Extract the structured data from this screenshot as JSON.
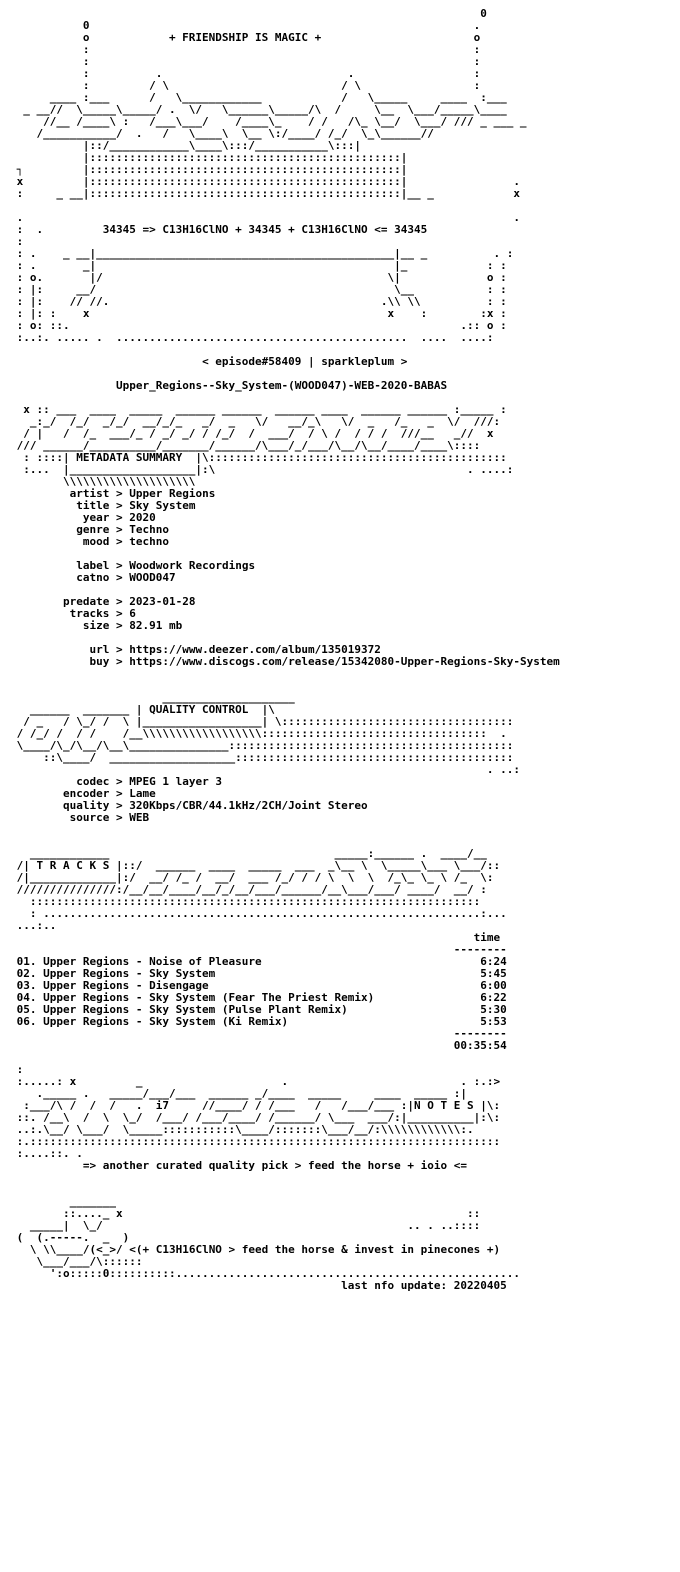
{
  "header": {
    "art": [
      "                                                                       0",
      "           0                                                          .",
      "           o            + FRIENDSHIP IS MAGIC +                       o",
      "           :                                                          :",
      "           :                                                          :",
      "           :          .                            .                  :",
      "           :         / \\                          / \\                 :",
      "      ____ :___      /   \\____________            /   \\_____     ____  :___",
      "  _ __//  \\_____\\_____/ .  \\/   \\______\\_____/\\  /     \\__  \\___/_____\\____",
      "     //__ /____\\ :   /___\\___/    /____\\_    / /   /\\_ \\__/  \\___/ /// _ ___ _",
      "    /___________/  .   /   \\____\\  \\__ \\:/____/ /_/  \\_\\______//",
      "           |::/____________\\____\\:::/___________\\:::|",
      "           |:::::::::::::::::::::::::::::::::::::::::::::::|",
      " ┐         |:::::::::::::::::::::::::::::::::::::::::::::::|",
      " x         |:::::::::::::::::::::::::::::::::::::::::::::::|                .",
      " :     _ __|:::::::::::::::::::::::::::::::::::::::::::::::|__ _            x",
      "",
      " .                                                                          .",
      " :  .  "
    ],
    "formula_line": "34345 => C13H16ClNO + 34345 + C13H16ClNO <= 34345",
    "art2": [
      " :",
      " : .    _ __|_____________________________________________|__ _          . :",
      " : .       _|                                             |_            : :",
      " : o.       |/                                           \\|             o :",
      " : |:     __/                                             \\__           : :",
      " : |:    // //.                                         .\\\\ \\\\          : :",
      " : |: :    x                                             x    :        :x :",
      " : o: ::.                                                           .:: o :",
      " :..:. ..... .  ............................................  ....  ....:"
    ]
  },
  "episode": "< episode#58409 | sparkleplum >",
  "release_name": "Upper_Regions--Sky_System-(WOOD047)-WEB-2020-BABAS",
  "section_art": {
    "metadata": [
      "  x :: ___  ____  _____  ______ ______  ______ ____  ______ ______ :_____ :",
      "   _:_/  /_/  _/_/  __/_/_   _/  _   \\/   __/_\\   \\/  _   /_   _  \\/  ///:",
      "  / |   /  /_  ___/_ / _/ _/ / /_/  /  ___/  / \\ /  / / /  ///__   _//  x",
      " /// ______/__________/_______/______/\\___/_/___/\\__/\\__/____/____\\::::",
      "  : ::::| METADATA SUMMARY  |\\:::::::::::::::::::::::::::::::::::::::::::::",
      "  :...  |___________________|:\\                                      . ....:",
      "        \\\\\\\\\\\\\\\\\\\\\\\\\\\\\\\\\\\\\\\\"
    ],
    "quality": [
      "                       ____________________",
      "   ______  _______ | QUALITY CONTROL  |\\",
      "  / _   / \\_/ /  \\ |__________________| \\:::::::::::::::::::::::::::::::::::",
      " / /_/ /  / /    /__\\\\\\\\\\\\\\\\\\\\\\\\\\\\\\\\\\\\::::::::::::::::::::::::::::::::::  .",
      " \\____/\\_/\\__/\\__\\_______________:::::::::::::::::::::::::::::::::::::::::::",
      "     ::\\____/  ___________________::::::::::::::::::::::::::::::::::::::::::",
      "                                                                        . ..:"
    ],
    "tracks": [
      "   ____________                                  _____:______ .  ____/__ ",
      " /| T R A C K S |::/  ______  ____  _____  ___  _\\__ \\  \\_____\\___ \\___/::",
      " /|_____________|:/  __/ /_ /  __/  ___ /_/ / / \\  \\  \\  /_\\_ \\_ \\ /_  \\:",
      " ///////////////:/__/__/____/__/_/__/___/______/__\\___/___/ ____/  __/ :",
      "   ::::::::::::::::::::::::::::::::::::::::::::::::::::::::::::::::::::",
      "   : ..................................................................:...",
      " ...:.."
    ],
    "notes": [
      " :",
      " :.....: x         _                     .                          . :.:>",
      "    ._____ .   _____/___/___  ______ _/____  _____     ____  _____ :| ",
      "  :___/\\ /  /  /   .  i7     //____/ / /___   /   /___/___ :|N O T E S |\\:",
      " ::. /__\\  /  \\  \\_/  /___/ /___/____/ /______/ \\___  ___/:|__________|:\\:",
      " ..:.\\__/ \\___/  \\_____:::::::::::\\____/:::::::\\___/__/:\\\\\\\\\\\\\\\\\\\\\\\\:.",
      " :.:::::::::::::::::::::::::::::::::::::::::::::::::::::::::::::::::::::::",
      " :....::. ."
    ],
    "footer": [
      "         _______",
      "        ::...._ x                                                    ::",
      "   _____|  \\_/                                              .. . ..::::",
      " (  (.-----.  _  )"
    ],
    "footer_tail": [
      "    \\___/___/\\::::::",
      "      ':o:::::0::::::::::...................................................."
    ]
  },
  "metadata": {
    "artist_label": "artist",
    "artist": "Upper Regions",
    "title_label": "title",
    "title": "Sky System",
    "year_label": "year",
    "year": "2020",
    "genre_label": "genre",
    "genre": "Techno",
    "mood_label": "mood",
    "mood": "techno",
    "label_label": "label",
    "label": "Woodwork Recordings",
    "catno_label": "catno",
    "catno": "WOOD047",
    "predate_label": "predate",
    "predate": "2023-01-28",
    "tracks_label": "tracks",
    "tracks": "6",
    "size_label": "size",
    "size": "82.91 mb",
    "url_label": "url",
    "url": "https://www.deezer.com/album/135019372",
    "buy_label": "buy",
    "buy": "https://www.discogs.com/release/15342080-Upper-Regions-Sky-System"
  },
  "quality": {
    "codec_label": "codec",
    "codec": "MPEG 1 layer 3",
    "encoder_label": "encoder",
    "encoder": "Lame",
    "quality_label": "quality",
    "quality": "320Kbps/CBR/44.1kHz/2CH/Joint Stereo",
    "source_label": "source",
    "source": "WEB"
  },
  "tracklist": {
    "time_header": "time",
    "separator": "--------",
    "items": [
      {
        "line": "01. Upper Regions - Noise of Pleasure",
        "time": "6:24"
      },
      {
        "line": "02. Upper Regions - Sky System",
        "time": "5:45"
      },
      {
        "line": "03. Upper Regions - Disengage",
        "time": "6:00"
      },
      {
        "line": "04. Upper Regions - Sky System (Fear The Priest Remix)",
        "time": "6:22"
      },
      {
        "line": "05. Upper Regions - Sky System (Pulse Plant Remix)",
        "time": "5:30"
      },
      {
        "line": "06. Upper Regions - Sky System (Ki Remix)",
        "time": "5:53"
      }
    ],
    "total": "00:35:54"
  },
  "notes_text": "=> another curated quality pick > feed the horse + ioio <=",
  "footer": {
    "slogan": "<(+ C13H16ClNO > feed the horse & invest in pinecones +)",
    "last_update": "last nfo update: 20220405"
  }
}
